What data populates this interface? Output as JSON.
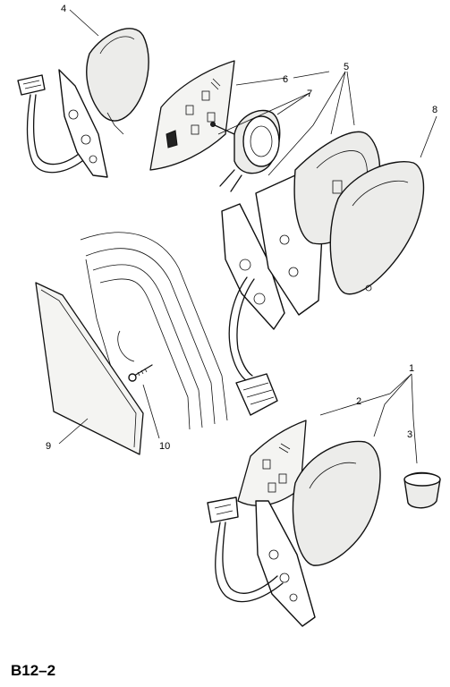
{
  "figure": {
    "code": "B12–2",
    "callouts": [
      "1",
      "2",
      "3",
      "4",
      "5",
      "6",
      "7",
      "8",
      "9",
      "10"
    ]
  }
}
